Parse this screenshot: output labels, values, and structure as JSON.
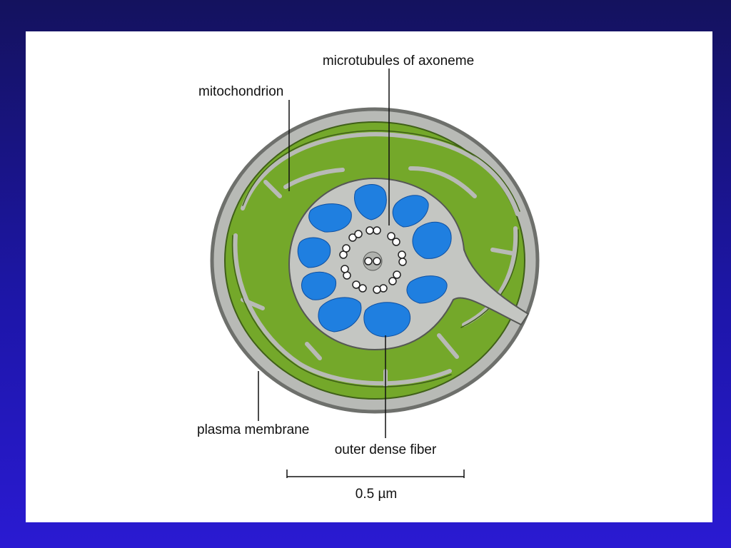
{
  "labels": {
    "microtubules": "microtubules of axoneme",
    "mitochondrion": "mitochondrion",
    "plasma_membrane": "plasma membrane",
    "outer_dense_fiber": "outer dense fiber",
    "scale_bar": "0.5 µm"
  },
  "colors": {
    "background_top": "#14125e",
    "background_bottom": "#2a1ad2",
    "panel": "#ffffff",
    "membrane_gray": "#b8bab6",
    "membrane_edge": "#6e706c",
    "mitochondrion_green": "#74a82a",
    "dense_fiber_blue": "#1f7fe0",
    "axoneme_gray": "#c4c6c2",
    "outline": "#333333"
  }
}
